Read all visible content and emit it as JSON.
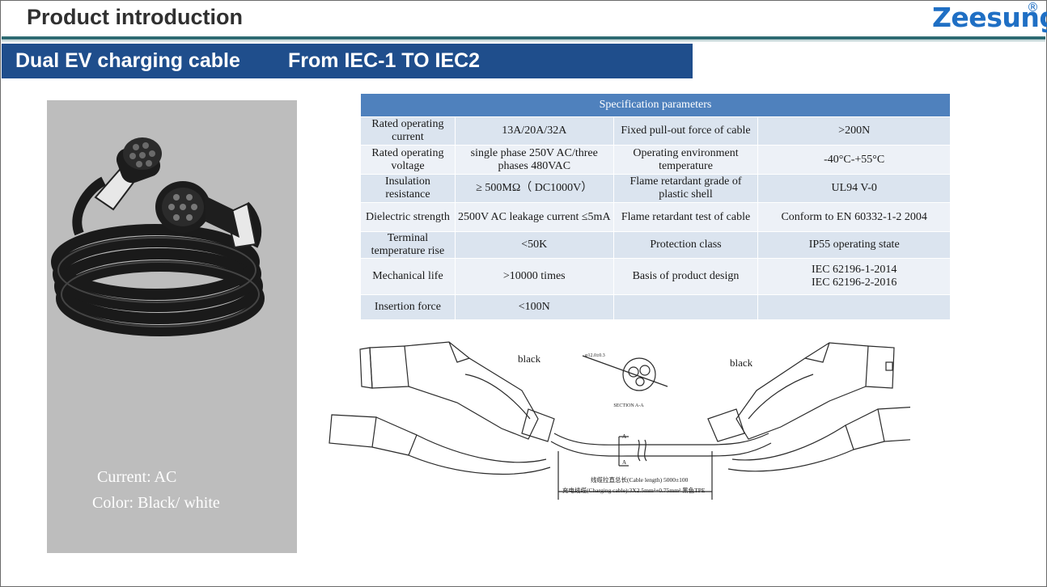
{
  "header": {
    "title": "Product introduction",
    "brand": "Zeesung",
    "brand_mark": "®"
  },
  "banner": {
    "product": "Dual EV charging cable",
    "subtitle": "From IEC-1  TO  IEC2"
  },
  "photo": {
    "current": "Current: AC",
    "color": "Color: Black/ white"
  },
  "spec": {
    "heading": "Specification parameters",
    "rows": [
      {
        "l1": "Rated operating current",
        "v1": "13A/20A/32A",
        "l2": "Fixed pull-out force of cable",
        "v2": ">200N"
      },
      {
        "l1": "Rated operating voltage",
        "v1": "single phase 250V AC/three phases 480VAC",
        "l2": "Operating environment temperature",
        "v2": "-40°C-+55°C"
      },
      {
        "l1": "Insulation resistance",
        "v1": "≥ 500MΩ（ DC1000V）",
        "l2": "Flame retardant grade of plastic shell",
        "v2": "UL94  V-0"
      },
      {
        "l1": "Dielectric strength",
        "v1": "2500V AC  leakage current ≤5mA",
        "l2": "Flame retardant test of cable",
        "v2": "Conform to EN 60332-1-2 2004"
      },
      {
        "l1": "Terminal temperature rise",
        "v1": "<50K",
        "l2": "Protection class",
        "v2": "IP55 operating state"
      },
      {
        "l1": "Mechanical life",
        "v1": ">10000 times",
        "l2": "Basis of product design",
        "v2": "IEC 62196-1-2014",
        "v2b": "IEC 62196-2-2016"
      },
      {
        "l1": "Insertion force",
        "v1": "<100N",
        "l2": "",
        "v2": ""
      }
    ]
  },
  "drawing": {
    "label_left": "black",
    "label_right": "black",
    "section_label": "SECTION A-A",
    "section_dim": "φ12.0±0.3",
    "marker_a": "A",
    "length_note": "线缆拉直总长(Cable length) 5000±100",
    "cable_note": "充电线缆(Charging cable):3X2.5mm²+0.75mm² 黑色TPE",
    "colors": {
      "line": "#2a2a2a"
    }
  },
  "colors": {
    "banner": "#1f4e8c",
    "rule": "#2e6b73",
    "table_header": "#4f81bd",
    "brand": "#1f6fc4",
    "photo_bg": "#bdbdbd"
  }
}
